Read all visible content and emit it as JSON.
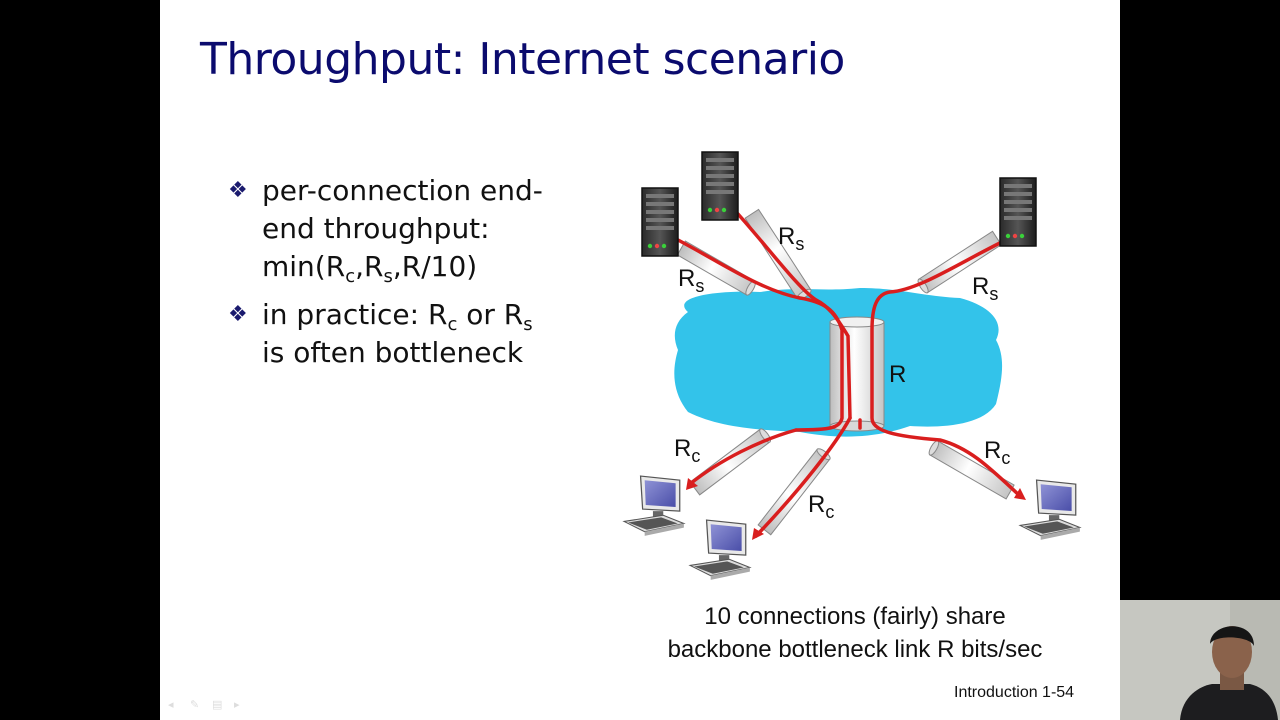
{
  "slide": {
    "title": "Throughput: Internet scenario",
    "bullets": [
      {
        "lines": [
          "per-connection end-",
          "end throughput:"
        ],
        "formula": {
          "prefix": "min(R",
          "sub1": "c",
          "mid1": ",R",
          "sub2": "s",
          "suffix": ",R/10)"
        }
      },
      {
        "line_prefix": "in practice: R",
        "sub1": "c",
        "mid": " or R",
        "sub2": "s",
        "line2": "is often bottleneck"
      }
    ],
    "diagram": {
      "labels": {
        "rs_label_base": "R",
        "rs_label_sub": "s",
        "rc_label_base": "R",
        "rc_label_sub": "c",
        "backbone_label": "R"
      },
      "caption": [
        "10 connections (fairly) share",
        "backbone bottleneck link R bits/sec"
      ]
    },
    "footer": {
      "text": "Introduction 1-54"
    }
  },
  "colors": {
    "title": "#0b0b6e",
    "cloud": "#33c3ea",
    "connection": "#d91e1e",
    "pipe": "#e8e8e8",
    "slide_bg": "#ffffff",
    "frame_bg": "#000000"
  },
  "icons": [
    "bullet-diamond-icon",
    "server-icon",
    "desktop-computer-icon",
    "cloud-icon",
    "webcam-presenter"
  ]
}
